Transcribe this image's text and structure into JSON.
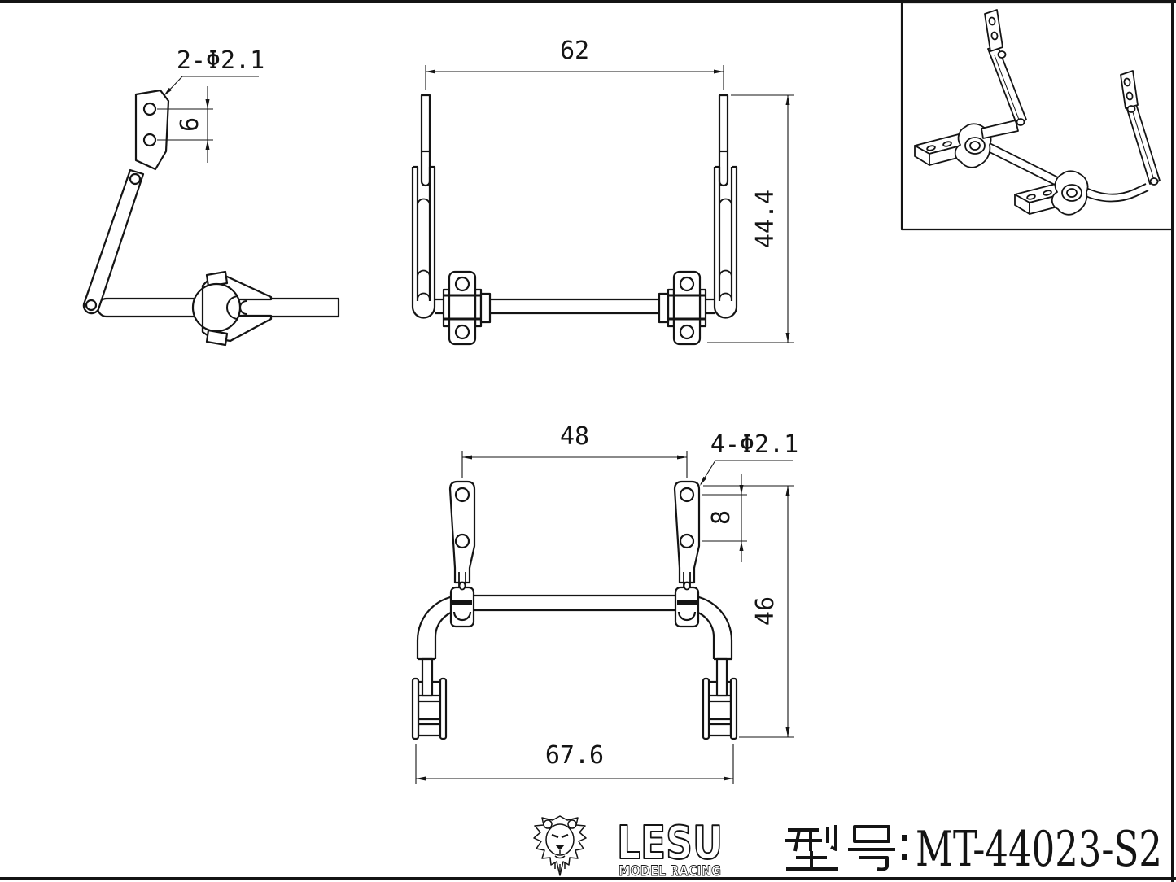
{
  "page": {
    "background": "#ffffff",
    "line_color": "#141414",
    "description": "CAD technical drawing, three orthographic views plus isometric view of an RC truck sway bar set"
  },
  "views": {
    "side_view": {
      "hole_note": "2-Φ2.1",
      "hole_spacing": "6"
    },
    "front_view": {
      "width": "62",
      "height": "44.4"
    },
    "top_view": {
      "width": "48",
      "hole_note": "4-Φ2.1",
      "hole_spacing": "8",
      "height": "46",
      "overall_width": "67.6"
    }
  },
  "title_block": {
    "brand": "LESU",
    "brand_subtitle": "MODEL RACING",
    "model_label": "型号:",
    "model_number": "MT-44023-S2"
  }
}
